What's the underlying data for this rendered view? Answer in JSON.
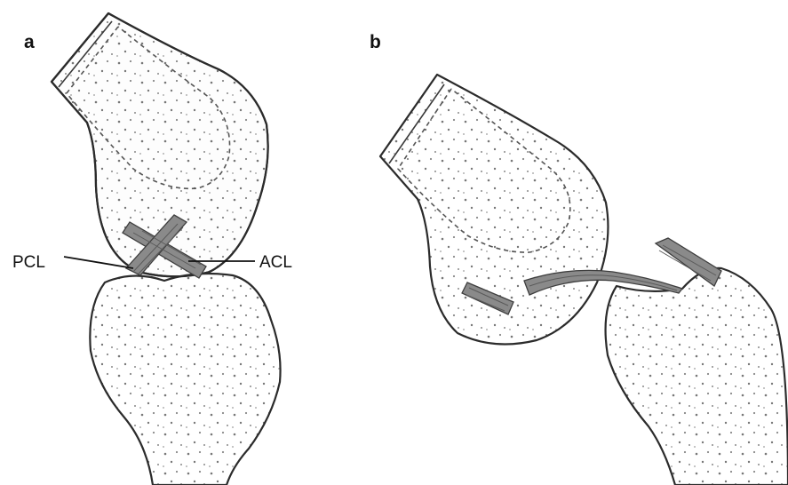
{
  "panels": [
    {
      "id": "a",
      "label": "a",
      "callouts": {
        "left": "PCL",
        "right": "ACL"
      }
    },
    {
      "id": "b",
      "label": "b"
    }
  ],
  "colors": {
    "outline": "#2b2b2b",
    "ligament": "#8a8a8a",
    "background": "#ffffff"
  }
}
